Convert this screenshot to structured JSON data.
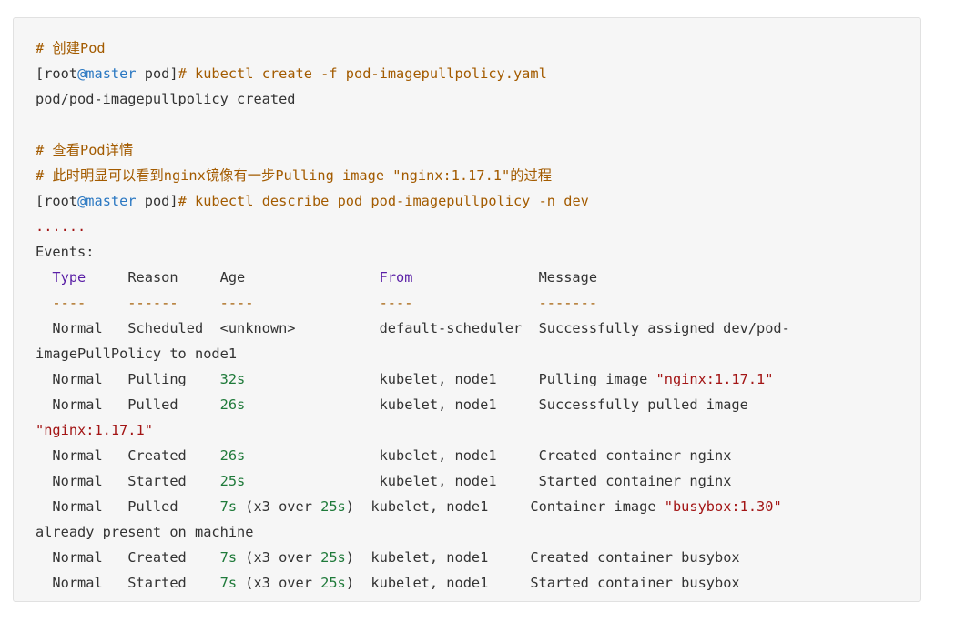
{
  "lines": [
    {
      "segments": [
        {
          "t": "# 创建Pod",
          "c": "comment"
        }
      ]
    },
    {
      "segments": [
        {
          "t": "[root",
          "c": ""
        },
        {
          "t": "@master",
          "c": "at"
        },
        {
          "t": " pod]",
          "c": ""
        },
        {
          "t": "# kubectl create -f pod-imagepullpolicy.yaml",
          "c": "cmd"
        }
      ]
    },
    {
      "segments": [
        {
          "t": "pod/pod-imagepullpolicy created",
          "c": ""
        }
      ]
    },
    {
      "segments": [
        {
          "t": "",
          "c": ""
        }
      ]
    },
    {
      "segments": [
        {
          "t": "# 查看Pod详情",
          "c": "comment"
        }
      ]
    },
    {
      "segments": [
        {
          "t": "# 此时明显可以看到nginx镜像有一步Pulling image \"nginx:1.17.1\"的过程",
          "c": "comment"
        }
      ]
    },
    {
      "segments": [
        {
          "t": "[root",
          "c": ""
        },
        {
          "t": "@master",
          "c": "at"
        },
        {
          "t": " pod]",
          "c": ""
        },
        {
          "t": "# kubectl describe pod pod-imagepullpolicy -n dev",
          "c": "cmd"
        }
      ]
    },
    {
      "segments": [
        {
          "t": "......",
          "c": "dots"
        }
      ]
    },
    {
      "segments": [
        {
          "t": "Events:",
          "c": ""
        }
      ]
    },
    {
      "segments": [
        {
          "t": "  ",
          "c": ""
        },
        {
          "t": "Type",
          "c": "kw"
        },
        {
          "t": "     Reason     Age                ",
          "c": ""
        },
        {
          "t": "From",
          "c": "kw"
        },
        {
          "t": "               Message",
          "c": ""
        }
      ]
    },
    {
      "segments": [
        {
          "t": "  ----     ------     ----               ----               -------",
          "c": "dash"
        }
      ]
    },
    {
      "segments": [
        {
          "t": "  Normal   Scheduled  <unknown>          default-scheduler  Successfully assigned dev/pod-",
          "c": ""
        }
      ]
    },
    {
      "segments": [
        {
          "t": "imagePullPolicy to node1",
          "c": ""
        }
      ]
    },
    {
      "segments": [
        {
          "t": "  Normal   Pulling    ",
          "c": ""
        },
        {
          "t": "32s",
          "c": "num"
        },
        {
          "t": "                kubelet, node1     Pulling image ",
          "c": ""
        },
        {
          "t": "\"nginx:1.17.1\"",
          "c": "str"
        }
      ]
    },
    {
      "segments": [
        {
          "t": "  Normal   Pulled     ",
          "c": ""
        },
        {
          "t": "26s",
          "c": "num"
        },
        {
          "t": "                kubelet, node1     Successfully pulled image",
          "c": ""
        }
      ]
    },
    {
      "segments": [
        {
          "t": "\"nginx:1.17.1\"",
          "c": "str"
        }
      ]
    },
    {
      "segments": [
        {
          "t": "  Normal   Created    ",
          "c": ""
        },
        {
          "t": "26s",
          "c": "num"
        },
        {
          "t": "                kubelet, node1     Created container nginx",
          "c": ""
        }
      ]
    },
    {
      "segments": [
        {
          "t": "  Normal   Started    ",
          "c": ""
        },
        {
          "t": "25s",
          "c": "num"
        },
        {
          "t": "                kubelet, node1     Started container nginx",
          "c": ""
        }
      ]
    },
    {
      "segments": [
        {
          "t": "  Normal   Pulled     ",
          "c": ""
        },
        {
          "t": "7s",
          "c": "num"
        },
        {
          "t": " (x3 over ",
          "c": ""
        },
        {
          "t": "25s",
          "c": "num"
        },
        {
          "t": ")  kubelet, node1     Container image ",
          "c": ""
        },
        {
          "t": "\"busybox:1.30\"",
          "c": "str"
        }
      ]
    },
    {
      "segments": [
        {
          "t": "already present on machine",
          "c": ""
        }
      ]
    },
    {
      "segments": [
        {
          "t": "  Normal   Created    ",
          "c": ""
        },
        {
          "t": "7s",
          "c": "num"
        },
        {
          "t": " (x3 over ",
          "c": ""
        },
        {
          "t": "25s",
          "c": "num"
        },
        {
          "t": ")  kubelet, node1     Created container busybox",
          "c": ""
        }
      ]
    },
    {
      "segments": [
        {
          "t": "  Normal   Started    ",
          "c": ""
        },
        {
          "t": "7s",
          "c": "num"
        },
        {
          "t": " (x3 over ",
          "c": ""
        },
        {
          "t": "25s",
          "c": "num"
        },
        {
          "t": ")  kubelet, node1     Started container busybox",
          "c": ""
        }
      ]
    }
  ]
}
